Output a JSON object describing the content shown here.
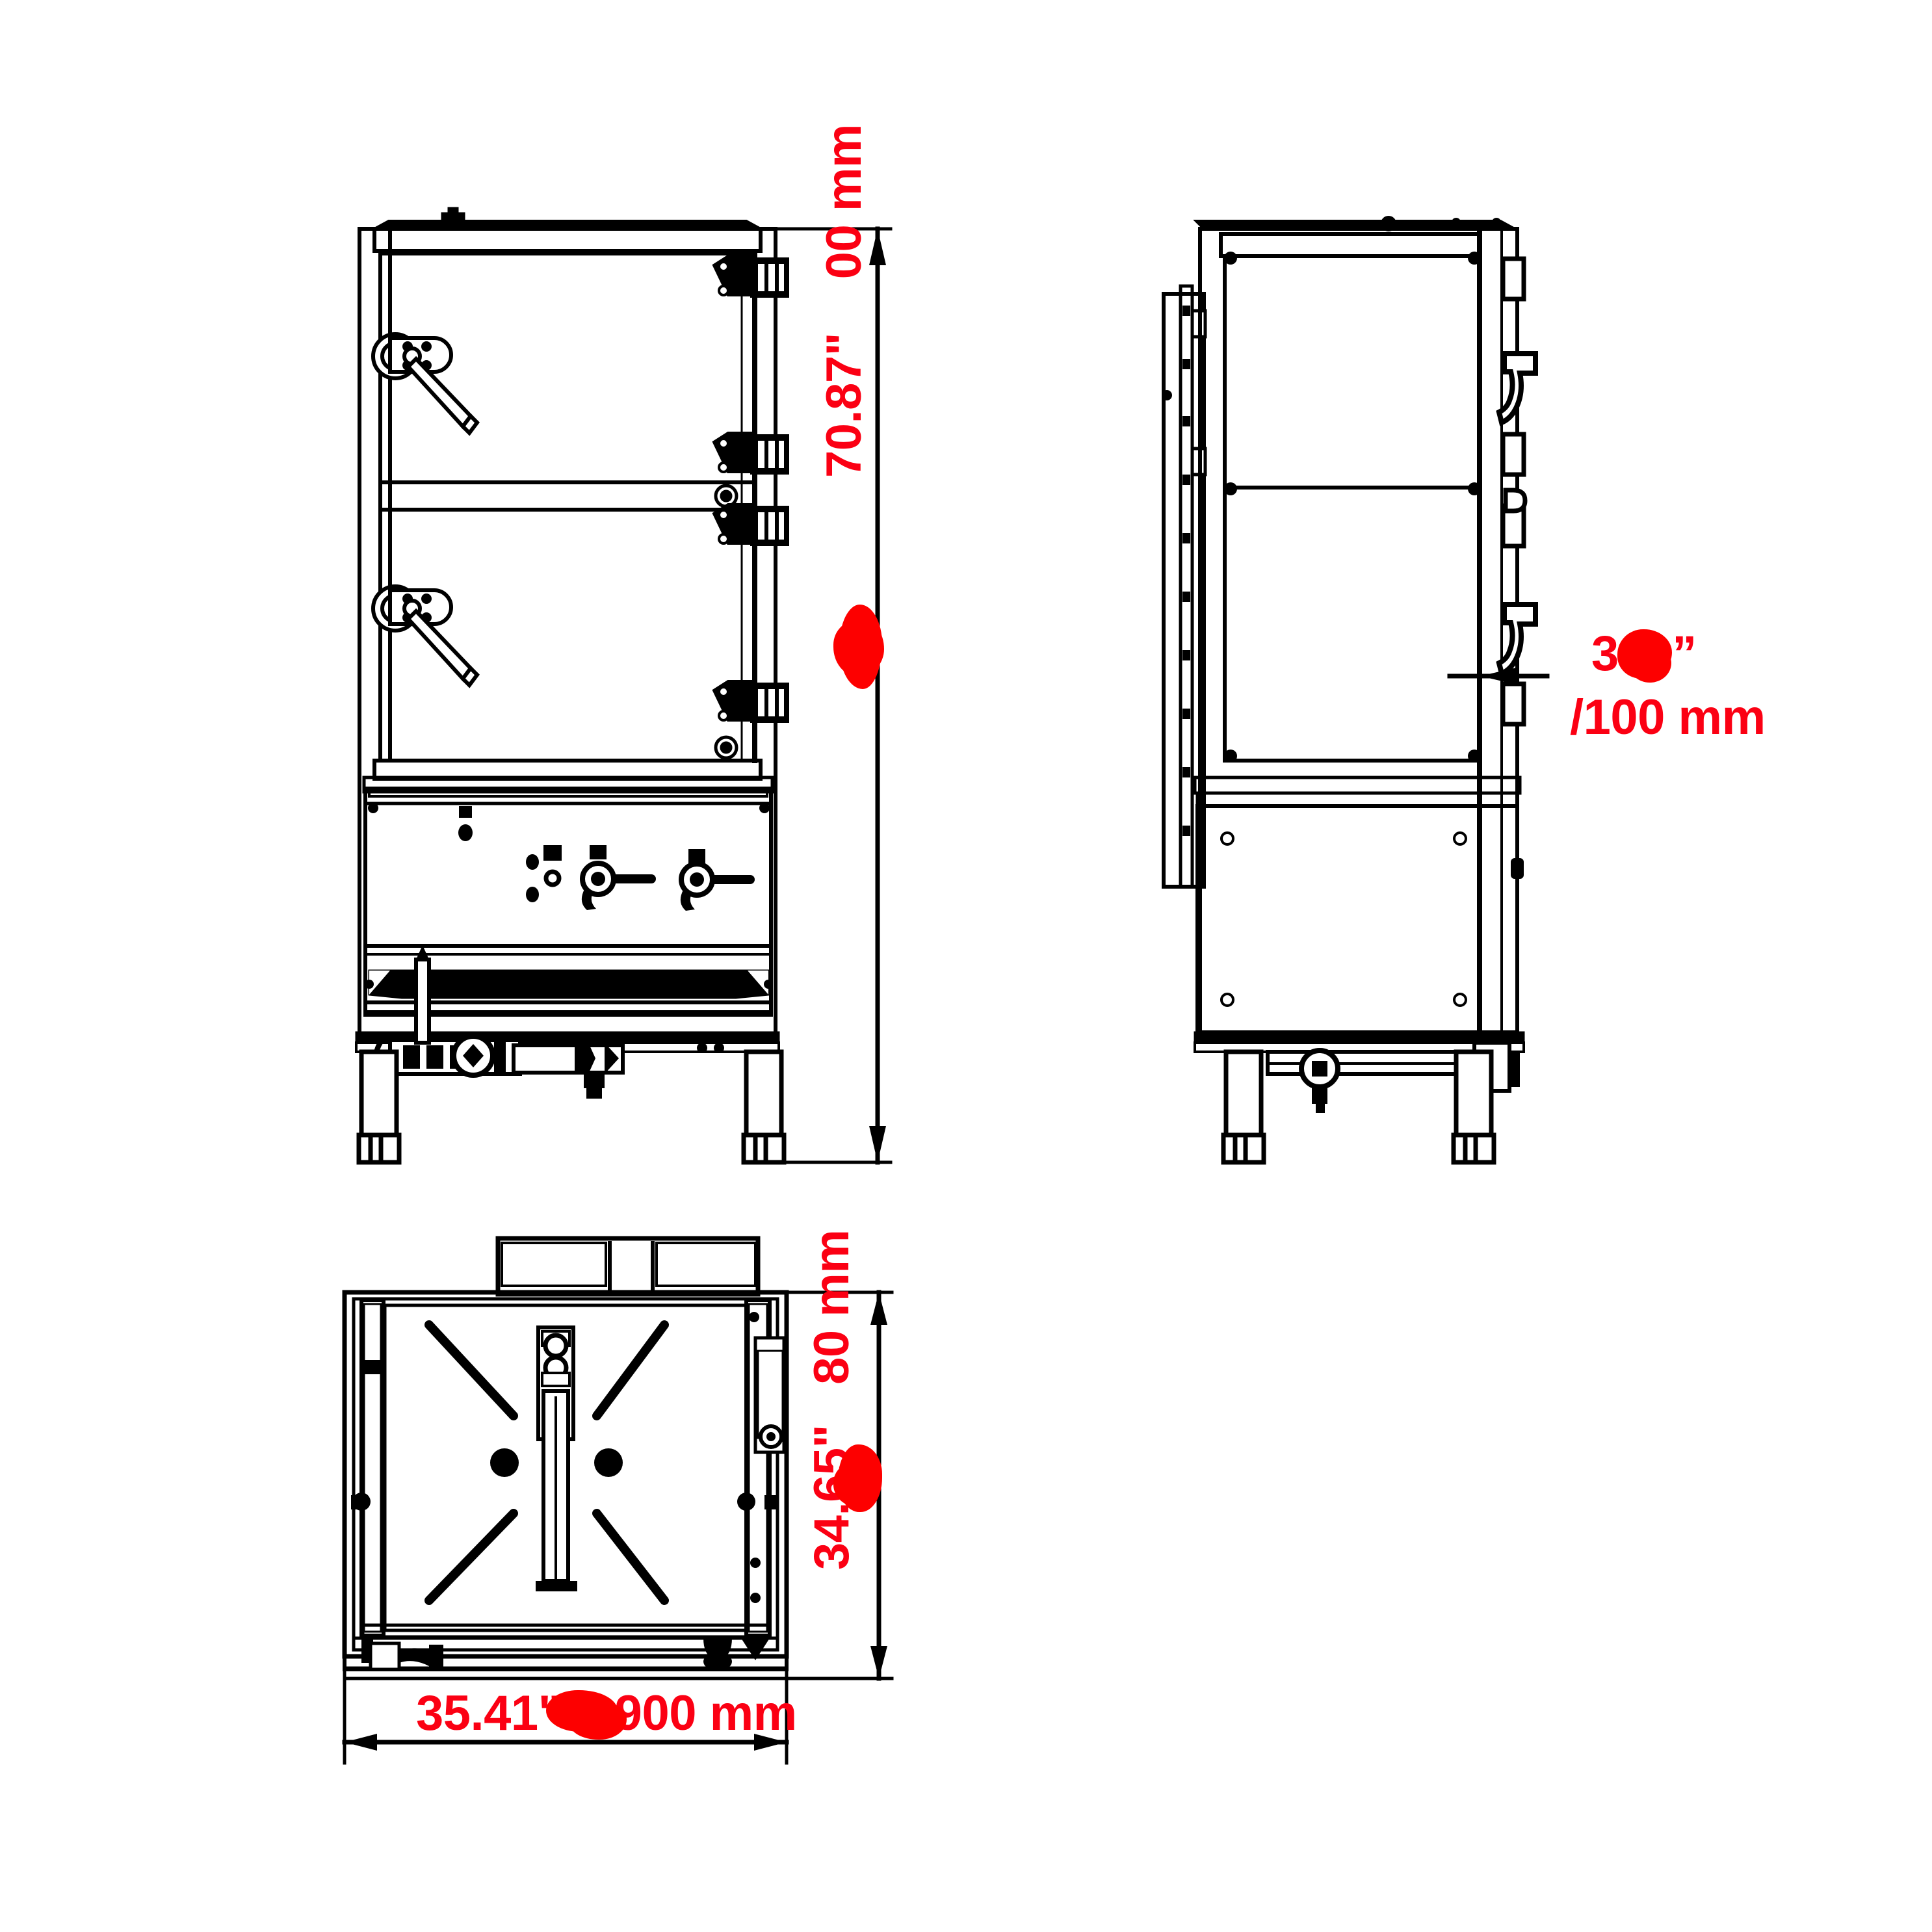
{
  "drawing": {
    "type": "engineering-drawing",
    "background_color": "#ffffff",
    "line_color": "#000000",
    "dimension_text_color": "#fb0013",
    "views": [
      {
        "name": "front-elevation",
        "label": ""
      },
      {
        "name": "side-elevation",
        "label": ""
      },
      {
        "name": "plan-bottom-view",
        "label": ""
      }
    ]
  },
  "dimensions": {
    "front_height": "70.87\"    00 mm",
    "plan_depth": "34.65\"   80 mm",
    "plan_width": "35.41\"    900 mm",
    "side_offset_top": "3    ”",
    "side_offset_bottom": "/100 mm"
  }
}
